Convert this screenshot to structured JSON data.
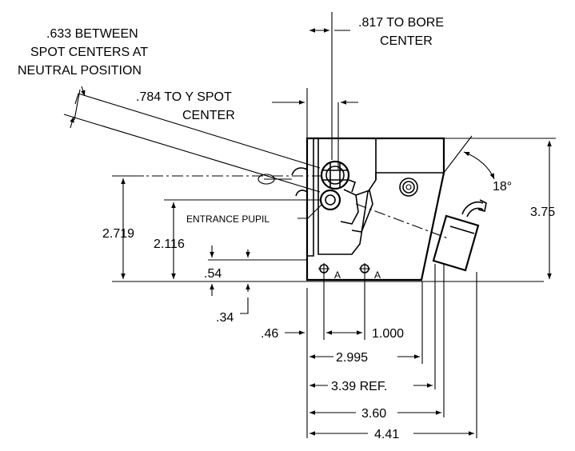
{
  "labels": {
    "spot_between_1": ".633 BETWEEN",
    "spot_between_2": "SPOT CENTERS AT",
    "spot_between_3": "NEUTRAL POSITION",
    "bore_center_1": ".817 TO BORE",
    "bore_center_2": "CENTER",
    "y_spot_1": ".784 TO Y SPOT",
    "y_spot_2": "CENTER",
    "entrance_pupil": "ENTRANCE PUPIL",
    "angle": "18°",
    "datum_a1": "A",
    "datum_a2": "A"
  },
  "dimensions": {
    "height_total": "3.75",
    "h_2719": "2.719",
    "h_2116": "2.116",
    "h_054": ".54",
    "h_034": ".34",
    "w_046": ".46",
    "w_1000": "1.000",
    "w_2995": "2.995",
    "w_339": "3.39 REF.",
    "w_360": "3.60",
    "w_441": "4.41"
  }
}
